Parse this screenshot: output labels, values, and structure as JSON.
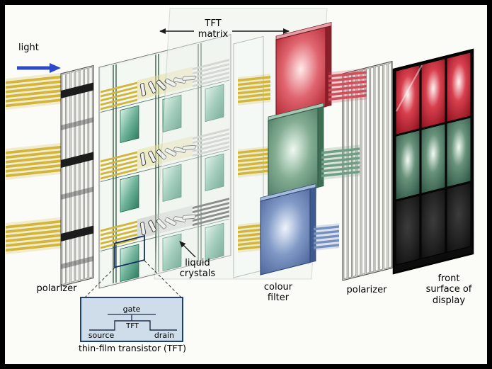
{
  "frame": {
    "border": "#000000",
    "canvas_bg": "#fbfbf7"
  },
  "labels": {
    "light": "light",
    "tft_matrix": "TFT\nmatrix",
    "polarizer_left": "polarizer",
    "liquid_crystals": "liquid\ncrystals",
    "colour_filter": "colour\nfilter",
    "polarizer_right": "polarizer",
    "front_surface": "front\nsurface of\ndisplay",
    "inset": {
      "gate": "gate",
      "source": "source",
      "tft": "TFT",
      "drain": "drain",
      "caption": "thin-film transistor (TFT)"
    }
  },
  "colors": {
    "light_beam_yellow": "#d2b63c",
    "light_arrow_blue": "#2b49c8",
    "filter_red": "#c0303c",
    "filter_green": "#5d8a70",
    "filter_blue": "#5a74a8",
    "display_red": "#a81826",
    "display_green": "#3c6450",
    "display_black": "#101010",
    "panel_glass": "#eef4ee",
    "pixel_teal": "#4f9e82",
    "inset_bg": "#cfdcea",
    "inset_border": "#1d3f6e"
  }
}
